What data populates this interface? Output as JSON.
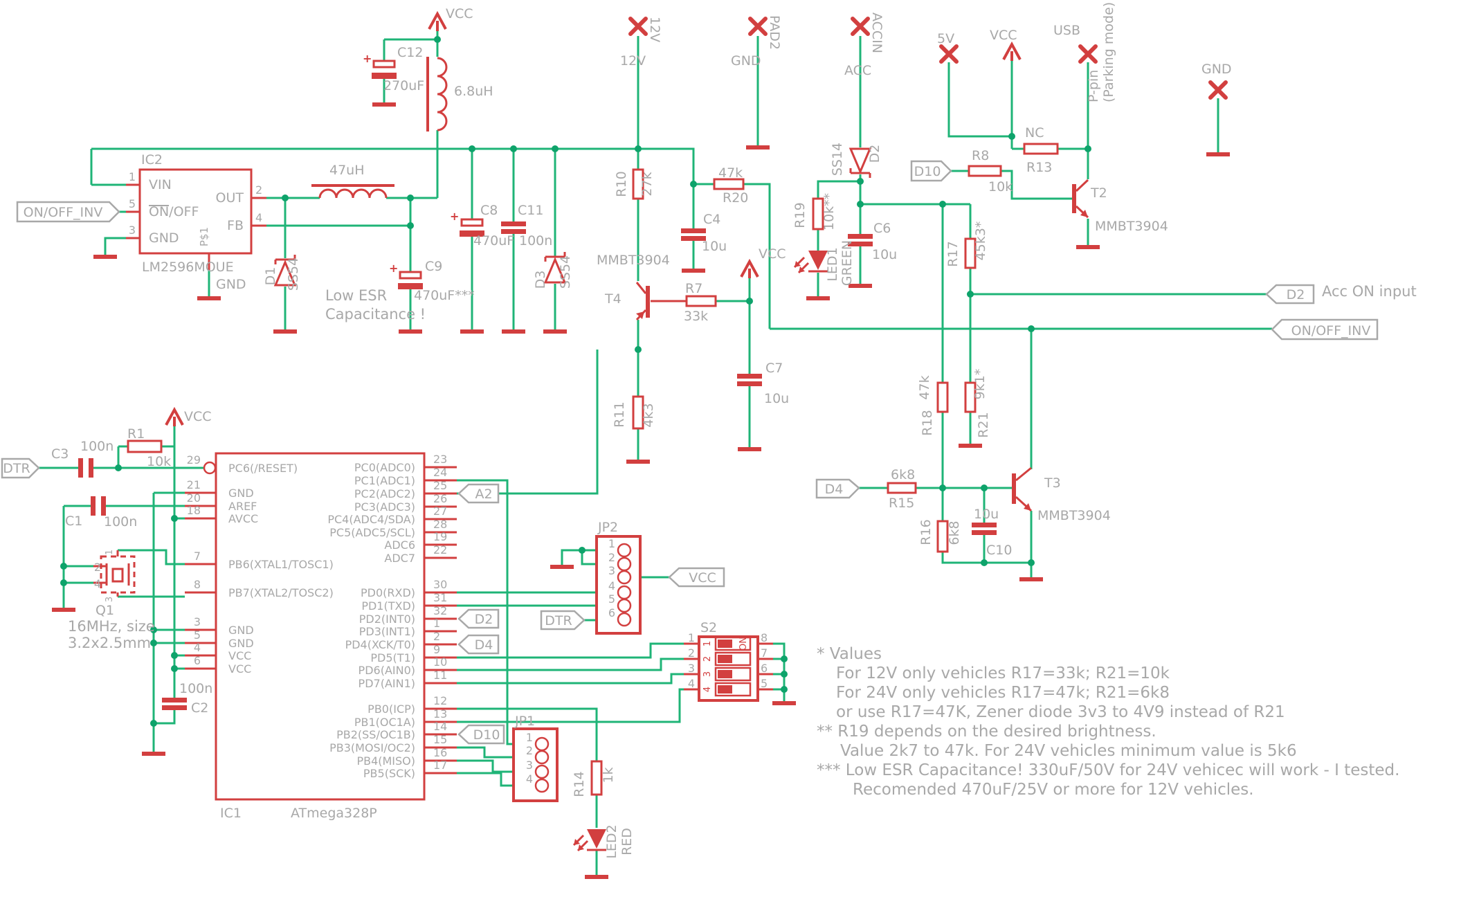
{
  "colors": {
    "wire": "#1fb477",
    "component": "#d23f3f",
    "text": "#a8a8a8",
    "junction": "#0ea36b",
    "background": "#ffffff"
  },
  "supplies": {
    "vcc_top": "VCC",
    "vcc_left": "VCC",
    "vcc_mid": "VCC",
    "vcc_right": "VCC"
  },
  "pads": {
    "v12": {
      "pad": "12V",
      "net": "12V"
    },
    "pad2": {
      "pad": "PAD2",
      "net": "GND"
    },
    "accin": {
      "pad": "ACCIN",
      "net": "ACC"
    },
    "p5v": {
      "net": "5V"
    },
    "usb": {
      "net": "USB",
      "note1": "P-pin",
      "note2": "(Parking mode)"
    },
    "gnd_right": {
      "net": "GND"
    }
  },
  "ic2": {
    "ref": "IC2",
    "part": "LM2596MOUE",
    "gnd_label": "GND",
    "pins": {
      "vin": "VIN",
      "onoff": "ON/OFF",
      "gnd": "GND",
      "out": "OUT",
      "fb": "FB",
      "ps1": "P$1"
    },
    "nums": {
      "vin": "1",
      "onoff": "5",
      "gnd": "3",
      "out": "2",
      "fb": "4"
    }
  },
  "parts": {
    "c12": {
      "r": "C12",
      "v": "270uF"
    },
    "l2": {
      "v": "6.8uH"
    },
    "l1": {
      "v": "47uH"
    },
    "c8": {
      "r": "C8",
      "v": "470uF"
    },
    "c11": {
      "r": "C11",
      "v": "100n"
    },
    "c9": {
      "r": "C9",
      "v": "470uF***"
    },
    "d1": {
      "r": "D1",
      "v": "SS54"
    },
    "d3": {
      "r": "D3",
      "v": "SS54"
    },
    "d2": {
      "r": "D2",
      "v": "SS14"
    },
    "c6": {
      "r": "C6",
      "v": "10u"
    },
    "r19": {
      "r": "R19",
      "v": "10k**"
    },
    "led1": {
      "r": "LED1",
      "v": "GREEN"
    },
    "r10": {
      "r": "R10",
      "v": "27k"
    },
    "r20": {
      "r": "R20",
      "v": "47k"
    },
    "c4": {
      "r": "C4",
      "v": "10u"
    },
    "r7": {
      "r": "R7",
      "v": "33k"
    },
    "c7": {
      "r": "C7",
      "v": "10u"
    },
    "t4": {
      "r": "T4",
      "v": "MMBT3904"
    },
    "r11": {
      "r": "R11",
      "v": "4k3"
    },
    "r8": {
      "r": "R8",
      "v": "10k"
    },
    "r13": {
      "r": "R13",
      "nc": "NC"
    },
    "t2": {
      "r": "T2",
      "v": "MMBT3904"
    },
    "r17": {
      "r": "R17",
      "v": "45k3*"
    },
    "r18": {
      "r": "R18",
      "v": "47k"
    },
    "r21": {
      "r": "R21",
      "v": "9k1*"
    },
    "r15": {
      "r": "R15",
      "v": "6k8"
    },
    "r16": {
      "r": "R16",
      "v": "6k8"
    },
    "c10": {
      "r": "C10",
      "v": "10u"
    },
    "t3": {
      "r": "T3",
      "v": "MMBT3904"
    },
    "r1": {
      "r": "R1",
      "v": "10k"
    },
    "c3": {
      "r": "C3",
      "v": "100n"
    },
    "c1": {
      "r": "C1",
      "v": "100n"
    },
    "c2": {
      "r": "C2",
      "v": "100n"
    },
    "q1": {
      "r": "Q1",
      "v1": "16MHz, size",
      "v2": "3.2x2.5mm"
    },
    "r14": {
      "r": "R14",
      "v": "1k"
    },
    "led2": {
      "r": "LED2",
      "v": "RED"
    },
    "jp1": {
      "r": "JP1"
    },
    "jp2": {
      "r": "JP2"
    },
    "s2": {
      "r": "S2",
      "on": "ON"
    }
  },
  "flags": {
    "onoff_inv_left": "ON/OFF_INV",
    "dtr_left": "DTR",
    "a2": "A2",
    "d2_mcu": "D2",
    "d4_mcu": "D4",
    "d10_mcu": "D10",
    "d10_r8": "D10",
    "dtr_jp2": "DTR",
    "vcc_jp2": "VCC",
    "d4_r15": "D4",
    "d2_acc": "D2",
    "acc_comment": "Acc ON input",
    "onoff_inv_right": "ON/OFF_INV"
  },
  "comments": {
    "low_esr1": "Low ESR",
    "low_esr2": "Capacitance !"
  },
  "ic1": {
    "ref": "IC1",
    "part": "ATmega328P",
    "left": [
      {
        "n": "29",
        "l": "PC6(/RESET)"
      },
      {
        "n": "21",
        "l": "GND"
      },
      {
        "n": "20",
        "l": "AREF"
      },
      {
        "n": "18",
        "l": "AVCC"
      },
      {
        "n": "7",
        "l": "PB6(XTAL1/TOSC1)"
      },
      {
        "n": "8",
        "l": "PB7(XTAL2/TOSC2)"
      },
      {
        "n": "3",
        "l": "GND"
      },
      {
        "n": "5",
        "l": "GND"
      },
      {
        "n": "4",
        "l": "VCC"
      },
      {
        "n": "6",
        "l": "VCC"
      }
    ],
    "right": [
      {
        "n": "23",
        "l": "PC0(ADC0)"
      },
      {
        "n": "24",
        "l": "PC1(ADC1)"
      },
      {
        "n": "25",
        "l": "PC2(ADC2)"
      },
      {
        "n": "26",
        "l": "PC3(ADC3)"
      },
      {
        "n": "27",
        "l": "PC4(ADC4/SDA)"
      },
      {
        "n": "28",
        "l": "PC5(ADC5/SCL)"
      },
      {
        "n": "19",
        "l": "ADC6"
      },
      {
        "n": "22",
        "l": "ADC7"
      },
      {
        "n": "30",
        "l": "PD0(RXD)"
      },
      {
        "n": "31",
        "l": "PD1(TXD)"
      },
      {
        "n": "32",
        "l": "PD2(INT0)"
      },
      {
        "n": "1",
        "l": "PD3(INT1)"
      },
      {
        "n": "2",
        "l": "PD4(XCK/T0)"
      },
      {
        "n": "9",
        "l": "PD5(T1)"
      },
      {
        "n": "10",
        "l": "PD6(AIN0)"
      },
      {
        "n": "11",
        "l": "PD7(AIN1)"
      },
      {
        "n": "12",
        "l": "PB0(ICP)"
      },
      {
        "n": "13",
        "l": "PB1(OC1A)"
      },
      {
        "n": "14",
        "l": "PB2(SS/OC1B)"
      },
      {
        "n": "15",
        "l": "PB3(MOSI/OC2)"
      },
      {
        "n": "16",
        "l": "PB4(MISO)"
      },
      {
        "n": "17",
        "l": "PB5(SCK)"
      }
    ]
  },
  "jp2_pins": [
    "1",
    "2",
    "3",
    "4",
    "5",
    "6"
  ],
  "jp1_pins": [
    "1",
    "2",
    "3",
    "4"
  ],
  "s2": {
    "left": [
      "1",
      "2",
      "3",
      "4"
    ],
    "right": [
      "8",
      "7",
      "6",
      "5"
    ],
    "sw": [
      "1",
      "2",
      "3",
      "4"
    ]
  },
  "q1_pins": {
    "p1": "1",
    "p2": "2",
    "p3": "3",
    "p4": "4"
  },
  "notes": [
    "* Values",
    "For 12V only vehicles  R17=33k; R21=10k",
    "For 24V only vehicles R17=47k; R21=6k8",
    "or use R17=47K, Zener diode 3v3 to 4V9 instead of R21",
    "** R19 depends on the desired brightness.",
    "Value 2k7 to 47k. For 24V vehicles minimum value is 5k6",
    "*** Low ESR Capacitance! 330uF/50V for 24V vehicec will work - I tested.",
    "Recomended 470uF/25V or more for 12V vehicles."
  ]
}
